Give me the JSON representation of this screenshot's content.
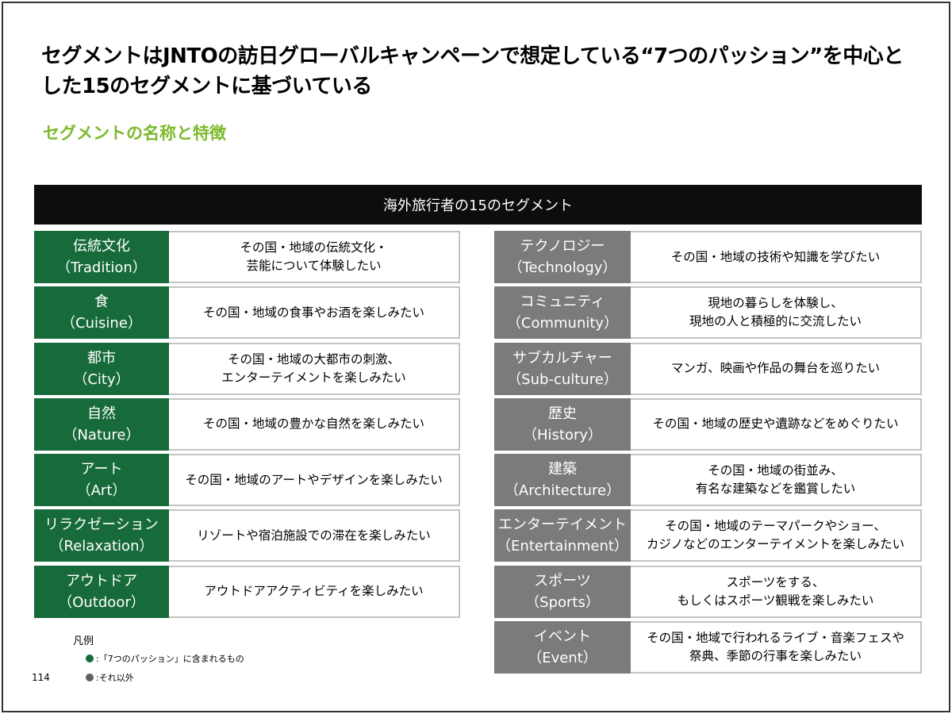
{
  "title": "セグメントはJNTOの訪日グローバルキャンペーンで想定している“7つのパッション”を中心とした15のセグメントに基づいている",
  "subtitle": "セグメントの名称と特徴",
  "table_header": "海外旅行者の15のセグメント",
  "colors": {
    "passion": "#176b3b",
    "other": "#7b7b7b",
    "accent": "#7dba2c"
  },
  "left": [
    {
      "jp": "伝統文化",
      "en": "（Tradition）",
      "desc": "その国・地域の伝統文化・\n芸能について体験したい"
    },
    {
      "jp": "食",
      "en": "（Cuisine）",
      "desc": "その国・地域の食事やお酒を楽しみたい"
    },
    {
      "jp": "都市",
      "en": "（City）",
      "desc": "その国・地域の大都市の刺激、\nエンターテイメントを楽しみたい"
    },
    {
      "jp": "自然",
      "en": "（Nature）",
      "desc": "その国・地域の豊かな自然を楽しみたい"
    },
    {
      "jp": "アート",
      "en": "（Art）",
      "desc": "その国・地域のアートやデザインを楽しみたい"
    },
    {
      "jp": "リラクゼーション",
      "en": "（Relaxation）",
      "desc": "リゾートや宿泊施設での滞在を楽しみたい"
    },
    {
      "jp": "アウトドア",
      "en": "（Outdoor）",
      "desc": "アウトドアアクティビティを楽しみたい"
    }
  ],
  "right": [
    {
      "jp": "テクノロジー",
      "en": "（Technology）",
      "desc": "その国・地域の技術や知識を学びたい"
    },
    {
      "jp": "コミュニティ",
      "en": "（Community）",
      "desc": "現地の暮らしを体験し、\n現地の人と積極的に交流したい"
    },
    {
      "jp": "サブカルチャー",
      "en": "（Sub-culture）",
      "desc": "マンガ、映画や作品の舞台を巡りたい"
    },
    {
      "jp": "歴史",
      "en": "（History）",
      "desc": "その国・地域の歴史や遺跡などをめぐりたい"
    },
    {
      "jp": "建築",
      "en": "（Architecture）",
      "desc": "その国・地域の街並み、\n有名な建築などを鑑賞したい"
    },
    {
      "jp": "エンターテイメント",
      "en": "（Entertainment）",
      "desc": "その国・地域のテーマパークやショー、\nカジノなどのエンターテイメントを楽しみたい"
    },
    {
      "jp": "スポーツ",
      "en": "（Sports）",
      "desc": "スポーツをする、\nもしくはスポーツ観戦を楽しみたい"
    },
    {
      "jp": "イベント",
      "en": "（Event）",
      "desc": "その国・地域で行われるライブ・音楽フェスや\n祭典、季節の行事を楽しみたい"
    }
  ],
  "legend": {
    "title": "凡例",
    "passion": ":「7つのパッション」に含まれるもの",
    "other": ":それ以外"
  },
  "page_number": "114"
}
